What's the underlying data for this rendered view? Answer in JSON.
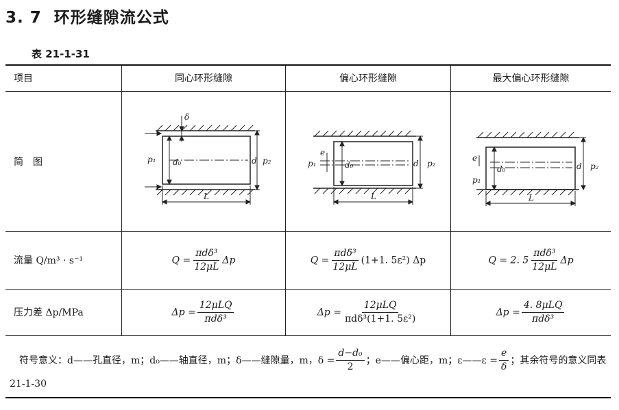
{
  "section": {
    "number": "3. 7",
    "title": "环形缝隙流公式"
  },
  "table_label": "表 21-1-31",
  "header": [
    "项目",
    "同心环形缝隙",
    "偏心环形缝隙",
    "最大偏心环形缝隙"
  ],
  "rows": {
    "diagram_label": "简　图",
    "flow_label": "流量 Q/m³ · s⁻¹",
    "pressure_label": "压力差 Δp/MPa"
  },
  "flow": {
    "c1": {
      "lhs": "Q =",
      "num": "πdδ³",
      "den": "12μL",
      "rhs": "Δp"
    },
    "c2": {
      "lhs": "Q =",
      "num": "πdδ³",
      "den": "12μL",
      "rhs": "(1+1. 5ε²) Δp"
    },
    "c3": {
      "lhs": "Q = 2. 5",
      "num": "πdδ³",
      "den": "12μL",
      "rhs": "Δp"
    }
  },
  "pressure": {
    "c1": {
      "lhs": "Δp =",
      "num": "12μLQ",
      "den": "πdδ³"
    },
    "c2": {
      "lhs": "Δp =",
      "num": "12μLQ",
      "den": "πdδ³(1+1. 5ε²)"
    },
    "c3": {
      "lhs": "Δp =",
      "num": "4. 8μLQ",
      "den": "πdδ³"
    }
  },
  "diagram_labels": {
    "p1": "p₁",
    "p2": "p₂",
    "d": "d",
    "d0": "d₀",
    "delta": "δ",
    "e": "e",
    "L": "L"
  },
  "notes": {
    "prefix": "符号意义：d——孔直径，m；d₀——轴直径，m；δ——缝隙量，m，δ =",
    "frac1_num": "d−d₀",
    "frac1_den": "2",
    "middle": "；e——偏心距，m；ε——ε =",
    "frac2_num": "e",
    "frac2_den": "δ",
    "suffix": "；其余符号的意义同表",
    "line2": "21-1-30"
  }
}
